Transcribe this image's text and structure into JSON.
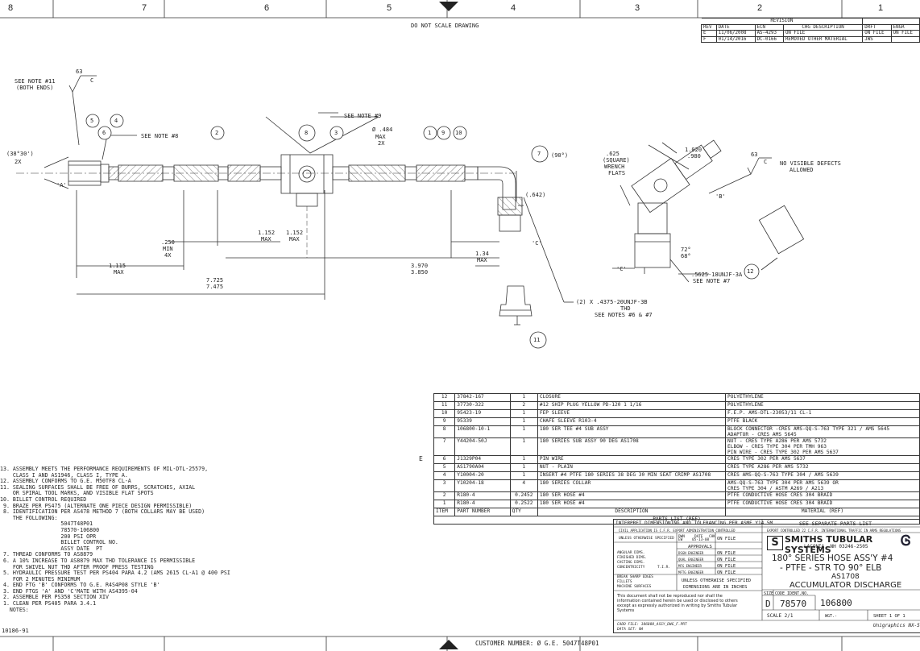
{
  "zones": [
    "8",
    "7",
    "6",
    "5",
    "4",
    "3",
    "2",
    "1"
  ],
  "do_not_scale": "DO NOT SCALE DRAWING",
  "revision": {
    "title": "REVISION",
    "headers": [
      "REV",
      "DATE",
      "ECN",
      "CHG DESCRIPTION",
      "DRFT",
      "ENGR"
    ],
    "rows": [
      [
        "E",
        "11/06/2008",
        "AS-4293",
        "ON FILE",
        "ON FILE",
        "ON FILE"
      ],
      [
        "F",
        "01/14/2016",
        "DC-0166",
        "REMOVED OTHER MATERIAL",
        "JWS",
        ""
      ]
    ]
  },
  "dims": {
    "see_note_11": "SEE NOTE #11",
    "both_ends": "(BOTH ENDS)",
    "finish_63": "63",
    "finish_c": "C",
    "see_note_9": "SEE NOTE #9",
    "see_note_8": "SEE NOTE #8",
    "dia_484": "Ø .484",
    "max": "MAX",
    "x2": "2X",
    "angle_38": "(38°30')",
    "two_x": "2X",
    "ref_a": "'A'",
    "ref_b": "'B'",
    "ref_c": "'C'",
    "d250": ".250",
    "min": "MIN",
    "x4": "4X",
    "d1152a": "1.152",
    "d1152b": "1.152",
    "d1115": "1.115",
    "d134": "1.34",
    "d3970": "3.970",
    "d3850": "3.850",
    "d7725": "7.725",
    "d7475": "7.475",
    "d642": "(.642)",
    "deg90": "(90°)",
    "d625": ".625",
    "square": "(SQUARE)",
    "wrench": "WRENCH",
    "flats": "FLATS",
    "d1020": "1.020",
    "d980": ".980",
    "no_defects_1": "NO VISIBLE DEFECTS",
    "no_defects_2": "ALLOWED",
    "deg72": "72°",
    "deg68": "68°",
    "thread_5625": ".5625-18UNJF-3A",
    "see_note_7": "SEE NOTE #7",
    "thread_4375": "(2) X .4375-20UNJF-3B",
    "thd": "THD",
    "see_notes_67": "SEE NOTES #6 & #7"
  },
  "balloons": [
    "1",
    "2",
    "3",
    "4",
    "5",
    "6",
    "8",
    "9",
    "10",
    "11",
    "12",
    "7"
  ],
  "parts_list": {
    "rows": [
      [
        "12",
        "37842-167",
        "1",
        "CLOSURE",
        "POLYETHYLENE"
      ],
      [
        "11",
        "37730-322",
        "2",
        "#12 SHIP PLUG YELLOW PD-120 1 1/16",
        "POLYETHYLENE"
      ],
      [
        "10",
        "95423-19",
        "1",
        "FEP SLEEVE",
        "F.E.P. AMS-DTL-23053/11 CL-1"
      ],
      [
        "9",
        "95339",
        "1",
        "CHAFE SLEEVE R103-4",
        "PTFE BLACK"
      ],
      [
        "8",
        "106800-10-1",
        "1",
        "180 SER TEE #4 SUB ASSY",
        "BLOCK CONNECTOR -CRES AMS-QQ-S-763 TYPE 321 / AMS 5645 | ADAPTOR - CRES AMS 5645"
      ],
      [
        "7",
        "Y44204-50J",
        "1",
        "180 SERIES SUB ASSY 90 DEG AS1708",
        "NUT - CRES TYPE A286 PER AMS 5732 | ELBOW - CRES TYPE 304 PER TMH 963 | PIN WIRE - CRES TYPE 302 PER AMS 5637"
      ],
      [
        "6",
        "J1329P04",
        "1",
        "PIN WIRE",
        "CRES TYPE 302 PER AMS 5637"
      ],
      [
        "5",
        "AS1790A04",
        "1",
        "NUT - PLAIN",
        "CRES TYPE A286 PER AMS 5732"
      ],
      [
        "4",
        "Y10004-20",
        "1",
        "INSERT #4 PTFE 180 SERIES 38 DEG 30 MIN SEAT CRIMP AS1708",
        "CRES AMS-QQ-S-763 TYPE 304 / AMS 5639"
      ],
      [
        "3",
        "Y10204-18",
        "4",
        "180 SERIES COLLAR",
        "AMS-QQ-S-763 TYPE 304 PER AMS 5639 OR | CRES TYPE 304 / ASTM A269 / A213"
      ],
      [
        "2",
        "R180-4",
        "0.2452",
        "180 SER HOSE #4",
        "PTFE CONDUCTIVE HOSE CRES 304 BRAID"
      ],
      [
        "1",
        "R180-4",
        "0.2522",
        "180 SER HOSE #4",
        "PTFE CONDUCTIVE HOSE CRES 304 BRAID"
      ]
    ],
    "headers": [
      "ITEM",
      "PART NUMBER",
      "QTY",
      "DESCRIPTION",
      "MATERIAL (REF)"
    ],
    "footer": "PARTS LIST (REF)",
    "zone_letter": "E"
  },
  "notes": {
    "lines": [
      "13. ASSEMBLY MEETS THE PERFORMANCE REQUIREMENTS OF MIL-DTL-25579,",
      "    CLASS I AND AS1946, CLASS I, TYPE A.",
      "12. ASSEMBLY CONFORMS TO G.E. M50TF8 CL-A",
      "11. SEALING SURFACES SHALL BE FREE OF BURRS, SCRATCHES, AXIAL",
      "    OR SPIRAL TOOL MARKS, AND VISIBLE FLAT SPOTS",
      "10. BILLET CONTROL REQUIRED",
      " 9. BRAZE PER PS475 (ALTERNATE ONE PIECE DESIGN PERMISSIBLE)",
      " 8. IDENTIFICATION PER AS478 METHOD 7 (BOTH COLLARS MAY BE USED)",
      "    THE FOLLOWING:",
      "                   5047T48P01",
      "                   78570-106800",
      "                   200 PSI OPR",
      "                   BILLET CONTROL NO.",
      "                   ASSY DATE  PT",
      " 7. THREAD CONFORMS TO AS8879",
      " 6. A 10% INCREASE TO AS8879 MAX THD TOLERANCE IS PERMISSIBLE",
      "    FOR SWIVEL NUT THD AFTER PROOF PRESS TESTING",
      " 5. HYDRAULIC PRESSURE TEST PER PS404 PARA 4.2 (AMS 2615 CL-A1 @ 400 PSI",
      "    FOR 2 MINUTES MINIMUM",
      " 4. END FTG 'B' CONFORMS TO G.E. R4S4P08 STYLE 'B'",
      " 3. END FTGS 'A' AND 'C'MATE WITH AS4395-04",
      " 2. ASSEMBLE PER PS358 SECTION XIV",
      " 1. CLEAN PER PS405 PARA 3.4.1",
      "   NOTES:"
    ]
  },
  "title_block": {
    "interpret": "INTERPRET DIMENSIONING AND TOLERANCING PER ASME Y14.5M",
    "see_separate": "SEE SEPARATE PARTS LIST",
    "civil": "CIVIL APPLICATION IS C.F.R. EXPORT ADMINISTRATION CONTROLLED",
    "export": "EXPORT CONTROLLED 22 C.F.R. INTERNATIONAL TRAFFIC IN ARMS REGULATIONS",
    "unless": "UNLESS OTHERWISE SPECIFIED",
    "dwn": "DWN",
    "date": "DATE",
    "chk": "CHK",
    "on_file": "ON FILE",
    "angular": "ANGULAR DIMS.",
    "finished": "FINISHED DIMS.",
    "casting": "CASTING DIMS.",
    "concentricity": "CONCENTRICITY",
    "tir": "T.I.R.",
    "approvals": "APPROVALS",
    "dsgn_engineer": "DSGN ENGINEER",
    "qual_engineer": "QUAL ENGINEER",
    "mfg_engineer": "MFG ENGINEER",
    "mfg_engineer2": "MFTG ENGINEER",
    "break_edges": "BREAK SHARP EDGES",
    "fillets": "FILLETS",
    "machine_surfaces": "MACHINE SURFACES",
    "dims_inches_1": "UNLESS OTHERWISE SPECIFIED",
    "dims_inches_2": "DIMENSIONS ARE IN INCHES",
    "proprietary": "This document shall not be reproduced nor shall the information contained herein be used or disclosed to others except as expressly authorized in writing by Smiths Tubular Systems",
    "company": "SMITHS TUBULAR SYSTEMS",
    "location": "LACONIA, NH 03246-2505",
    "title_1": "180° SERIES HOSE ASS'Y #4",
    "title_2": "- PTFE - STR TO 90° ELB",
    "title_3": "AS1708",
    "title_4": "ACCUMULATOR DISCHARGE",
    "size_label": "SIZE",
    "code_label": "CODE IDENT.NO.",
    "size": "D",
    "code": "78570",
    "dwg_no": "106800",
    "scale": "SCALE 2/1",
    "wgt": "WGT.-",
    "sheet": "SHEET 1 OF 1",
    "cadd": "CADD FILE: 106800_ASSY_DWG_F.PRT",
    "data_set": "DATA SET: NA",
    "software": "Unigraphics NX-5",
    "initials_sig": "EW",
    "initials_date": "05-13-08"
  },
  "footer": {
    "doc_no": "10186-91",
    "customer": "CUSTOMER NUMBER:  Ø  G.E. 5047T48P01"
  }
}
